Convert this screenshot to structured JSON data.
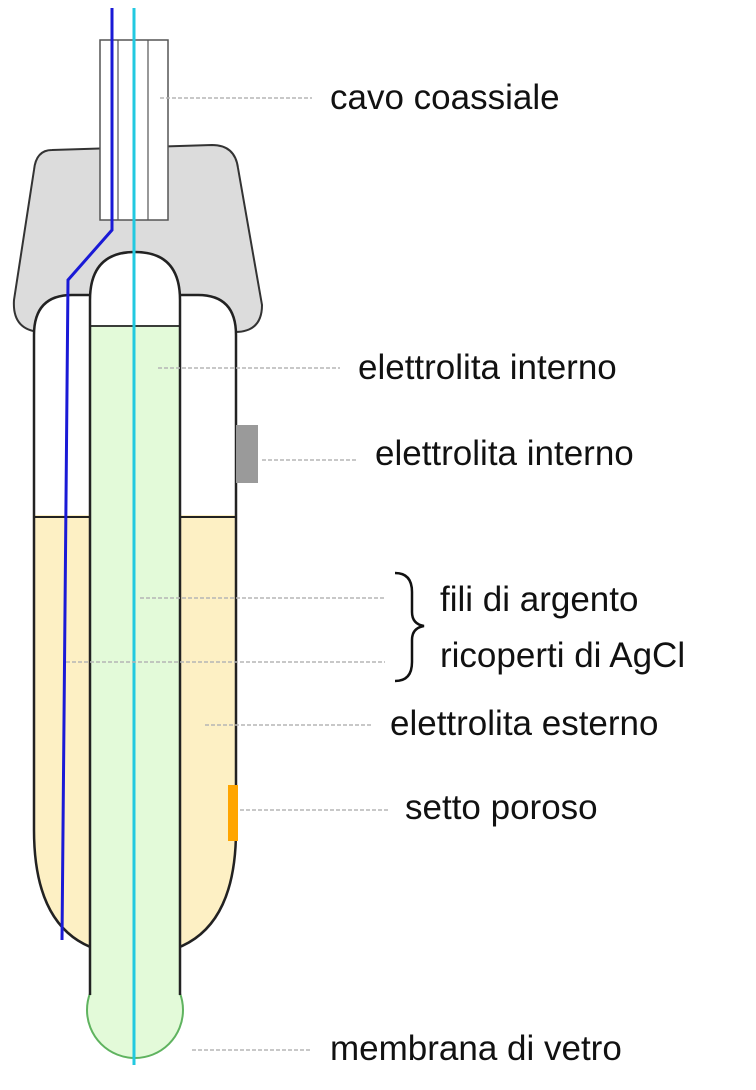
{
  "labels": {
    "coaxial_cable": "cavo coassiale",
    "internal_electrolyte_1": "elettrolita interno",
    "internal_electrolyte_2": "elettrolita interno",
    "silver_wires_line1": "fili di argento",
    "silver_wires_line2": "ricoperti di AgCl",
    "external_electrolyte": "elettrolita esterno",
    "porous_septum": "setto poroso",
    "glass_membrane": "membrana di vetro"
  },
  "colors": {
    "cap_fill": "#dcdcdc",
    "cap_stroke": "#333333",
    "external_electrolyte": "#fdf0c4",
    "internal_electrolyte": "#e3fad9",
    "glass_bulb_stroke": "#5fb35f",
    "outer_wire": "#1a1ad6",
    "inner_wire": "#22c9e0",
    "porous_septum": "#ffa500",
    "side_port": "#9a9a9a",
    "leader_line": "#b5b5b5",
    "brace": "#111111"
  }
}
